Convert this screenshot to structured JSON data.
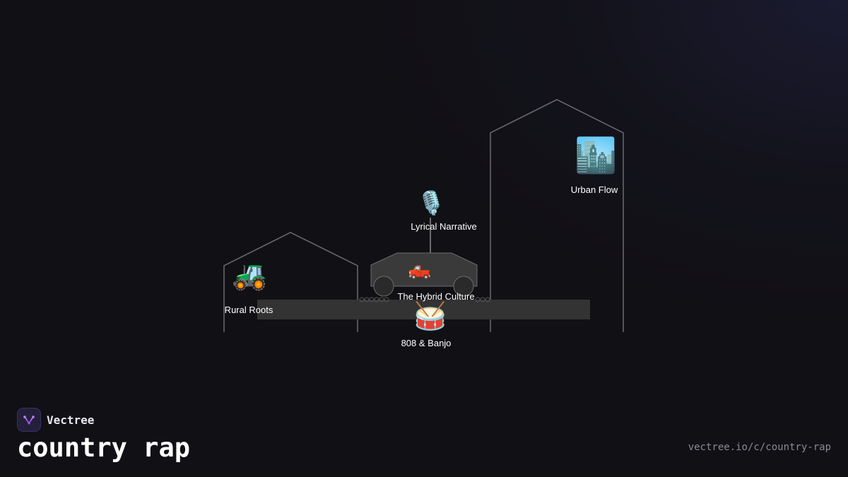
{
  "brand": {
    "name": "Vectree",
    "logo_icon": "vectree-logo-icon"
  },
  "title": "country rap",
  "url": "vectree.io/c/country-rap",
  "colors": {
    "background": "#111015",
    "outline": "#6b6b70",
    "bar": "#333333",
    "truck": "#3a3a3a",
    "accent": "#a855f7"
  },
  "nodes": {
    "rural_roots": {
      "label": "Rural Roots",
      "icon": "tractor-icon",
      "glyph": "🚜"
    },
    "lyrical_narrative": {
      "label": "Lyrical Narrative",
      "icon": "microphone-icon",
      "glyph": "🎙️"
    },
    "hybrid_culture": {
      "label": "The Hybrid Culture",
      "icon": "pickup-truck-icon",
      "glyph": "🛻"
    },
    "banjo": {
      "label": "808 & Banjo",
      "icon": "drum-icon",
      "glyph": "🥁"
    },
    "urban_flow": {
      "label": "Urban Flow",
      "icon": "cityscape-icon",
      "glyph": "🏙️"
    }
  }
}
